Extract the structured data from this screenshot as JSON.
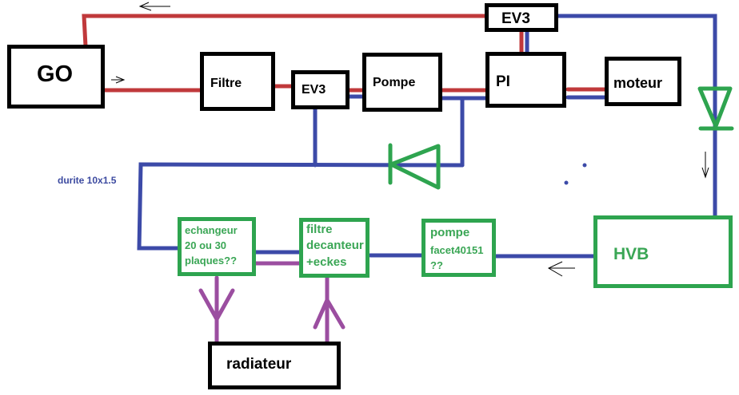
{
  "title": "Schéma circuit carburant / refroidissement",
  "colors": {
    "fuel_line": "#c0393b",
    "return_line": "#3c4aa8",
    "diode": "#2ea44f",
    "coolant_line": "#9b4ea0",
    "box_border_black": "#000000",
    "box_border_green": "#2ea44f"
  },
  "components": {
    "go": "GO",
    "filtre": "Filtre",
    "ev3_inline": "EV3",
    "pompe": "Pompe",
    "pi": "PI",
    "ev3_top": "EV3",
    "moteur": "moteur",
    "hvb": "HVB",
    "pompe_facet": [
      "pompe",
      "facet40151",
      "??"
    ],
    "filtre_decanteur": [
      "filtre",
      "decanteur",
      "+eckes"
    ],
    "echangeur": [
      "echangeur",
      "20 ou 30",
      "plaques??"
    ],
    "radiateur": "radiateur"
  },
  "annotations": {
    "durite": "durite 10x1.5"
  },
  "flow_arrows": [
    {
      "id": "top-return",
      "direction": "left"
    },
    {
      "id": "go-out",
      "direction": "right"
    },
    {
      "id": "right-down",
      "direction": "down"
    },
    {
      "id": "hvb-out",
      "direction": "left"
    },
    {
      "id": "coolant-down",
      "direction": "down"
    },
    {
      "id": "coolant-up",
      "direction": "up"
    }
  ]
}
